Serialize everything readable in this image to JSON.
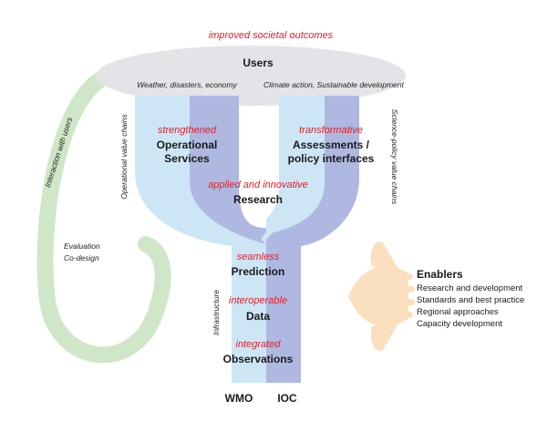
{
  "top_note": "improved societal outcomes",
  "users": {
    "title": "Users",
    "left_sub": "Weather, disasters, economy",
    "right_sub": "Climate action, Sustainable development"
  },
  "left_arm": {
    "red": "strengthened",
    "line1": "Operational",
    "line2": "Services"
  },
  "right_arm": {
    "red": "transformative",
    "line1": "Assessments /",
    "line2": "policy  interfaces"
  },
  "research": {
    "red": "applied and innovative",
    "label": "Research"
  },
  "prediction": {
    "red": "seamless",
    "label": "Prediction"
  },
  "data": {
    "red": "interoperable",
    "label": "Data"
  },
  "observations": {
    "red": "integrated",
    "label": "Observations"
  },
  "side_labels": {
    "operational": "Operational value chains",
    "science": "Science-policy value chains",
    "infrastructure": "Infrastructure",
    "interaction": "Interaction with users"
  },
  "evaluation": {
    "line1": "Evaluation",
    "line2": "Co-design"
  },
  "enablers": {
    "title": "Enablers",
    "items": [
      "Research and development",
      "Standards and best practice",
      "Regional approaches",
      "Capacity development"
    ]
  },
  "bottom": {
    "wmo": "WMO",
    "ioc": "IOC"
  },
  "colors": {
    "light_blue": "#cde6f6",
    "dark_blue": "#aeb8e0",
    "ellipse": "#e3e3e8",
    "green": "#cfe7c8",
    "orange": "#fbe0c0",
    "red_text": "#e0202a"
  }
}
